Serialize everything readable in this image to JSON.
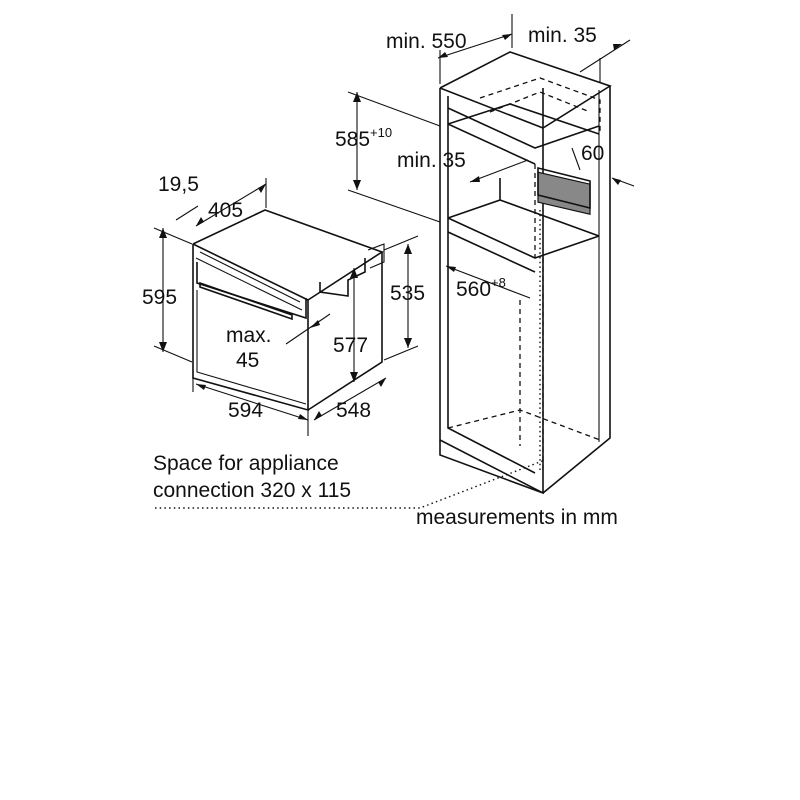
{
  "dimensions": {
    "min_550": "min. 550",
    "min_35_top": "min. 35",
    "d585": "585",
    "d585_tol": "+10",
    "min_35_mid": "min. 35",
    "d60": "60",
    "d560": "560",
    "d560_tol": "+8",
    "d19_5": "19,5",
    "d405": "405",
    "d595": "595",
    "d535": "535",
    "max_label": "max.",
    "max_value": "45",
    "d577": "577",
    "d594": "594",
    "d548": "548"
  },
  "notes": {
    "space_line1": "Space for appliance",
    "space_line2": "connection 320 x 115",
    "units": "measurements in mm"
  }
}
